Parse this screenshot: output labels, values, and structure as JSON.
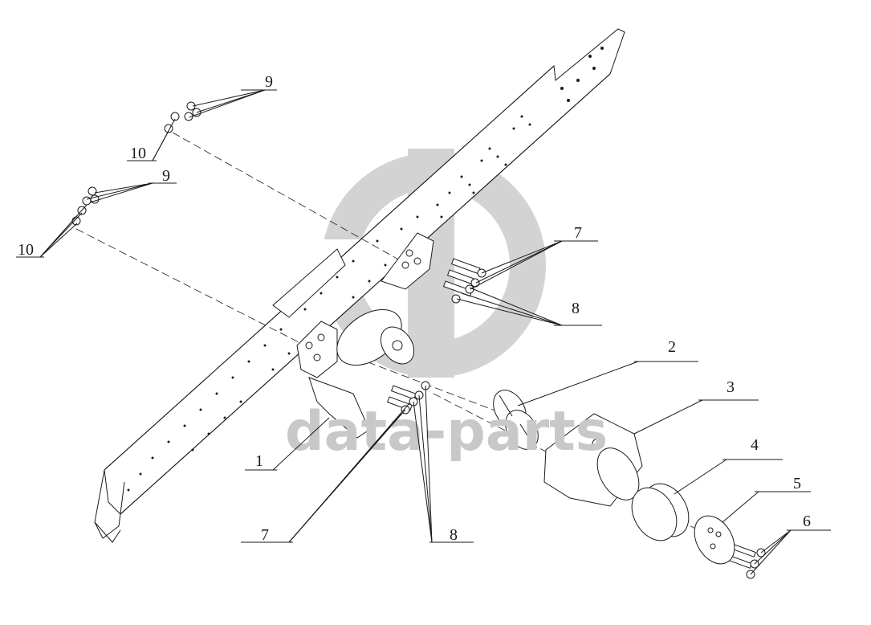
{
  "watermark": {
    "text": "data-parts",
    "color": "#c8c8c8"
  },
  "header_mark": "",
  "callouts": [
    {
      "id": "c1",
      "label": "1"
    },
    {
      "id": "c2",
      "label": "2"
    },
    {
      "id": "c3",
      "label": "3"
    },
    {
      "id": "c4",
      "label": "4"
    },
    {
      "id": "c5",
      "label": "5"
    },
    {
      "id": "c6",
      "label": "6"
    },
    {
      "id": "c7a",
      "label": "7"
    },
    {
      "id": "c7b",
      "label": "7"
    },
    {
      "id": "c8a",
      "label": "8"
    },
    {
      "id": "c8b",
      "label": "8"
    },
    {
      "id": "c9a",
      "label": "9"
    },
    {
      "id": "c9b",
      "label": "9"
    },
    {
      "id": "c10a",
      "label": "10"
    },
    {
      "id": "c10b",
      "label": "10"
    }
  ],
  "colors": {
    "line": "#1a1a1a",
    "paper": "#ffffff"
  }
}
